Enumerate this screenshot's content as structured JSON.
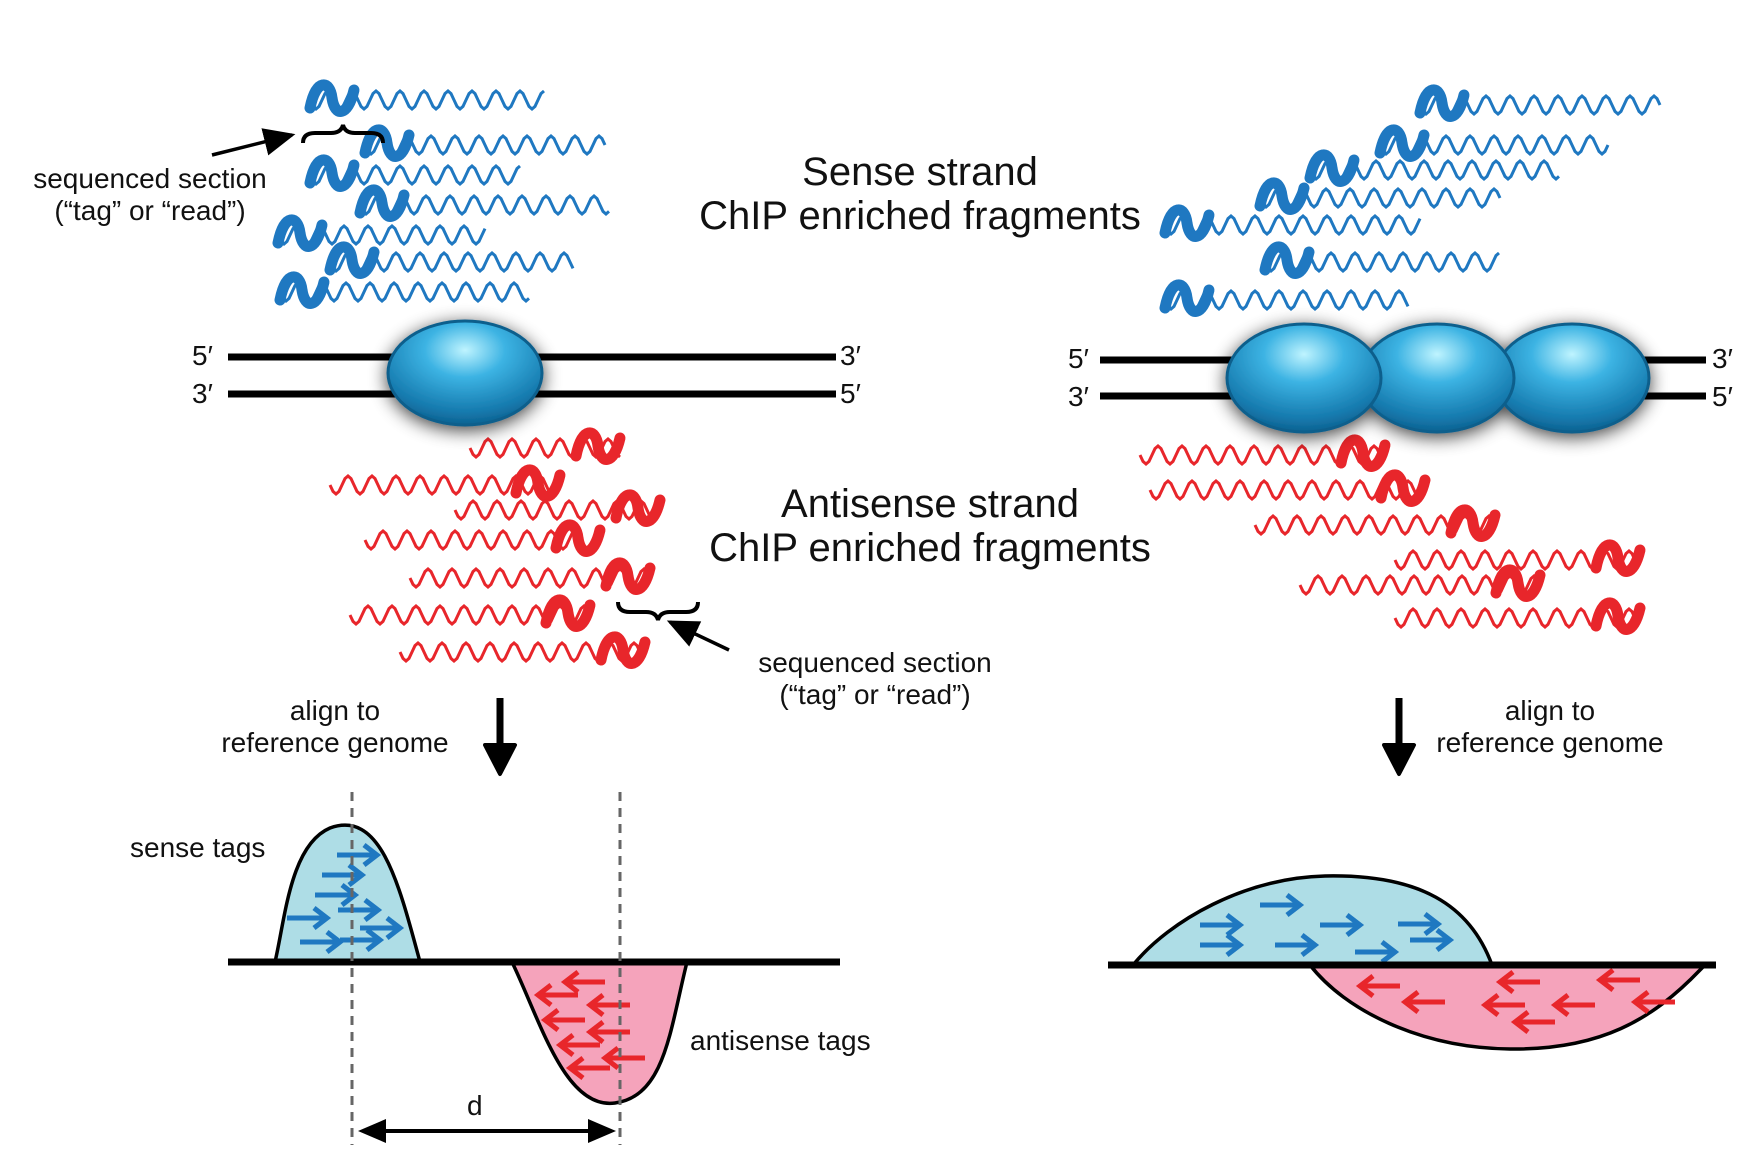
{
  "labels": {
    "sense_line1": "Sense strand",
    "sense_line2": "ChIP enriched fragments",
    "antisense_line1": "Antisense strand",
    "antisense_line2": "ChIP enriched fragments",
    "seq_top_line1": "sequenced section",
    "seq_top_line2": "(“tag” or  “read”)",
    "seq_bottom_line1": "sequenced section",
    "seq_bottom_line2": "(“tag” or  “read”)",
    "align_left_line1": "align to",
    "align_left_line2": "reference genome",
    "align_right_line1": "align to",
    "align_right_line2": "reference genome",
    "sense_tags": "sense tags",
    "antisense_tags": "antisense tags",
    "distance": "d"
  },
  "strand_ends": {
    "five_prime": "5′",
    "three_prime": "3′"
  },
  "colors": {
    "sense": "#1f78c1",
    "antisense": "#e8262b",
    "sense_fill": "#aedde6",
    "antisense_fill": "#f5a3bb",
    "nucleosome": "#1b8fc4",
    "dna": "#000000"
  },
  "icons": [
    "down-arrow-icon",
    "brace-icon",
    "pointer-arrow-icon",
    "nucleosome-icon"
  ]
}
